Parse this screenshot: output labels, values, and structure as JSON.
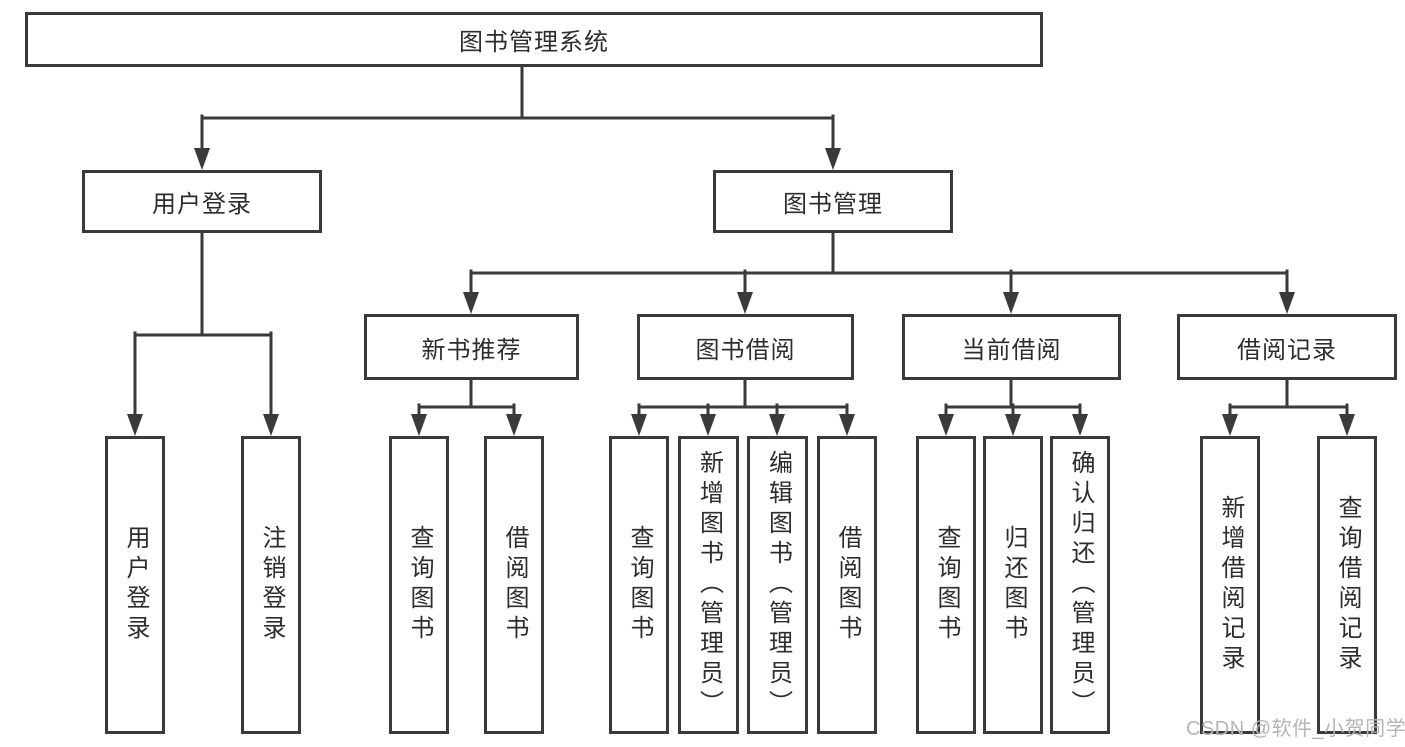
{
  "colors": {
    "background": "#ffffff",
    "line": "#3a3a3a",
    "box_border": "#3a3a3a",
    "text": "#2d2d2d",
    "watermark": "#b5b5b5"
  },
  "watermark": {
    "text": "CSDN @软件_小贺同学"
  },
  "tree": {
    "root": "图书管理系统",
    "login": {
      "label": "用户登录",
      "children": [
        "用户登录",
        "注销登录"
      ]
    },
    "management": {
      "label": "图书管理",
      "sections": [
        {
          "label": "新书推荐",
          "children": [
            "查询图书",
            "借阅图书"
          ]
        },
        {
          "label": "图书借阅",
          "children": [
            "查询图书",
            "新增图书（管理员）",
            "编辑图书（管理员）",
            "借阅图书"
          ]
        },
        {
          "label": "当前借阅",
          "children": [
            "查询图书",
            "归还图书",
            "确认归还（管理员）"
          ]
        },
        {
          "label": "借阅记录",
          "children": [
            "新增借阅记录",
            "查询借阅记录"
          ]
        }
      ]
    }
  }
}
